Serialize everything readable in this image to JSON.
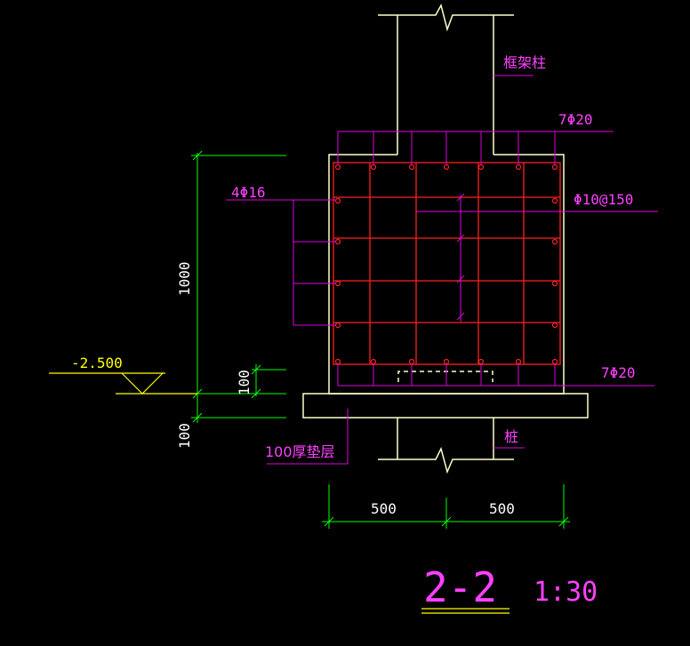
{
  "drawing": {
    "section_title": "2-2",
    "scale": "1:30",
    "colors": {
      "background": "#000000",
      "outline": "#ffffcc",
      "rebar": "#ff2020",
      "leader": "#e000e0",
      "label": "#ff40ff",
      "dimension": "#00ff00",
      "dim_text": "#ffffff",
      "elevation": "#ffff00"
    }
  },
  "labels": {
    "frame_column": "框架柱",
    "top_bars": "7Φ20",
    "side_bars": "4Φ16",
    "stirrups": "Φ10@150",
    "bottom_bars": "7Φ20",
    "pile": "桩",
    "cushion": "100厚垫层"
  },
  "dimensions": {
    "height_total": "1000",
    "height_cover": "100",
    "height_cushion": "100",
    "width_left": "500",
    "width_right": "500"
  },
  "elevation": {
    "value": "-2.500"
  }
}
